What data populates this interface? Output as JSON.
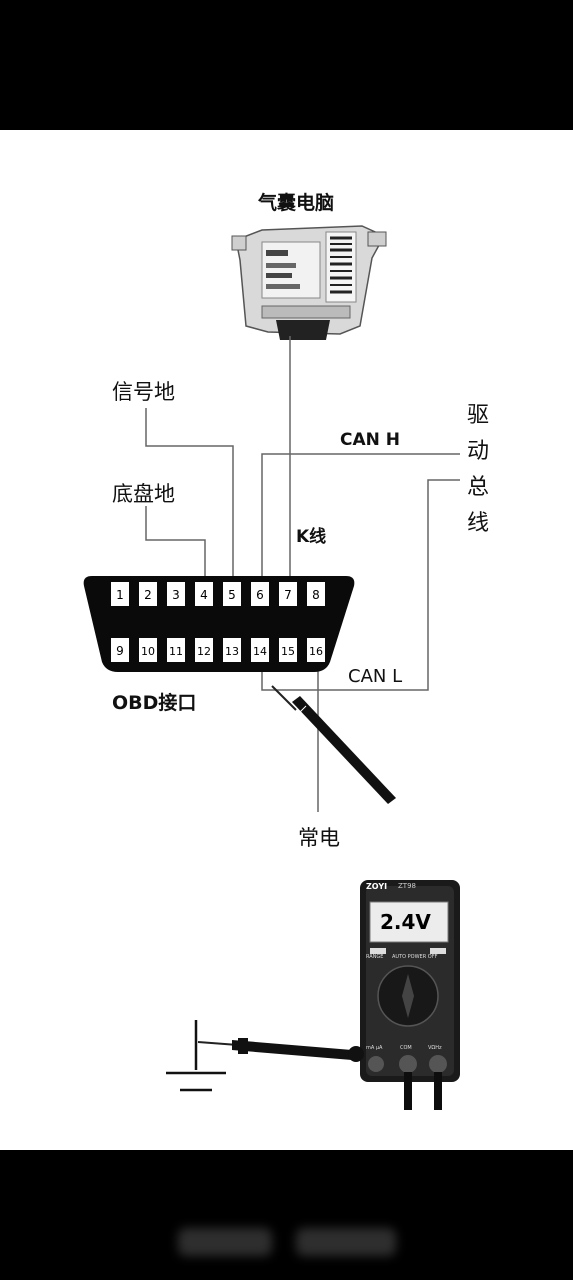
{
  "diagram": {
    "airbag_ecu_label": "气囊电脑",
    "signal_ground_label": "信号地",
    "chassis_ground_label": "底盘地",
    "can_h_label": "CAN H",
    "k_line_label": "K线",
    "drive_bus_label": [
      "驱",
      "动",
      "总",
      "线"
    ],
    "can_l_label": "CAN L",
    "obd_label": "OBD接口",
    "constant_power_label": "常电",
    "obd_pins_top": [
      "1",
      "2",
      "3",
      "4",
      "5",
      "6",
      "7",
      "8"
    ],
    "obd_pins_bottom": [
      "9",
      "10",
      "11",
      "12",
      "13",
      "14",
      "15",
      "16"
    ]
  },
  "multimeter": {
    "brand": "ZOYI",
    "model": "ZT98",
    "display_value": "2.4V",
    "mode_buttons": [
      "RANGE",
      "AUTO POWER OFF"
    ],
    "ports": [
      "mA µA",
      "COM",
      "VΩHz"
    ]
  }
}
